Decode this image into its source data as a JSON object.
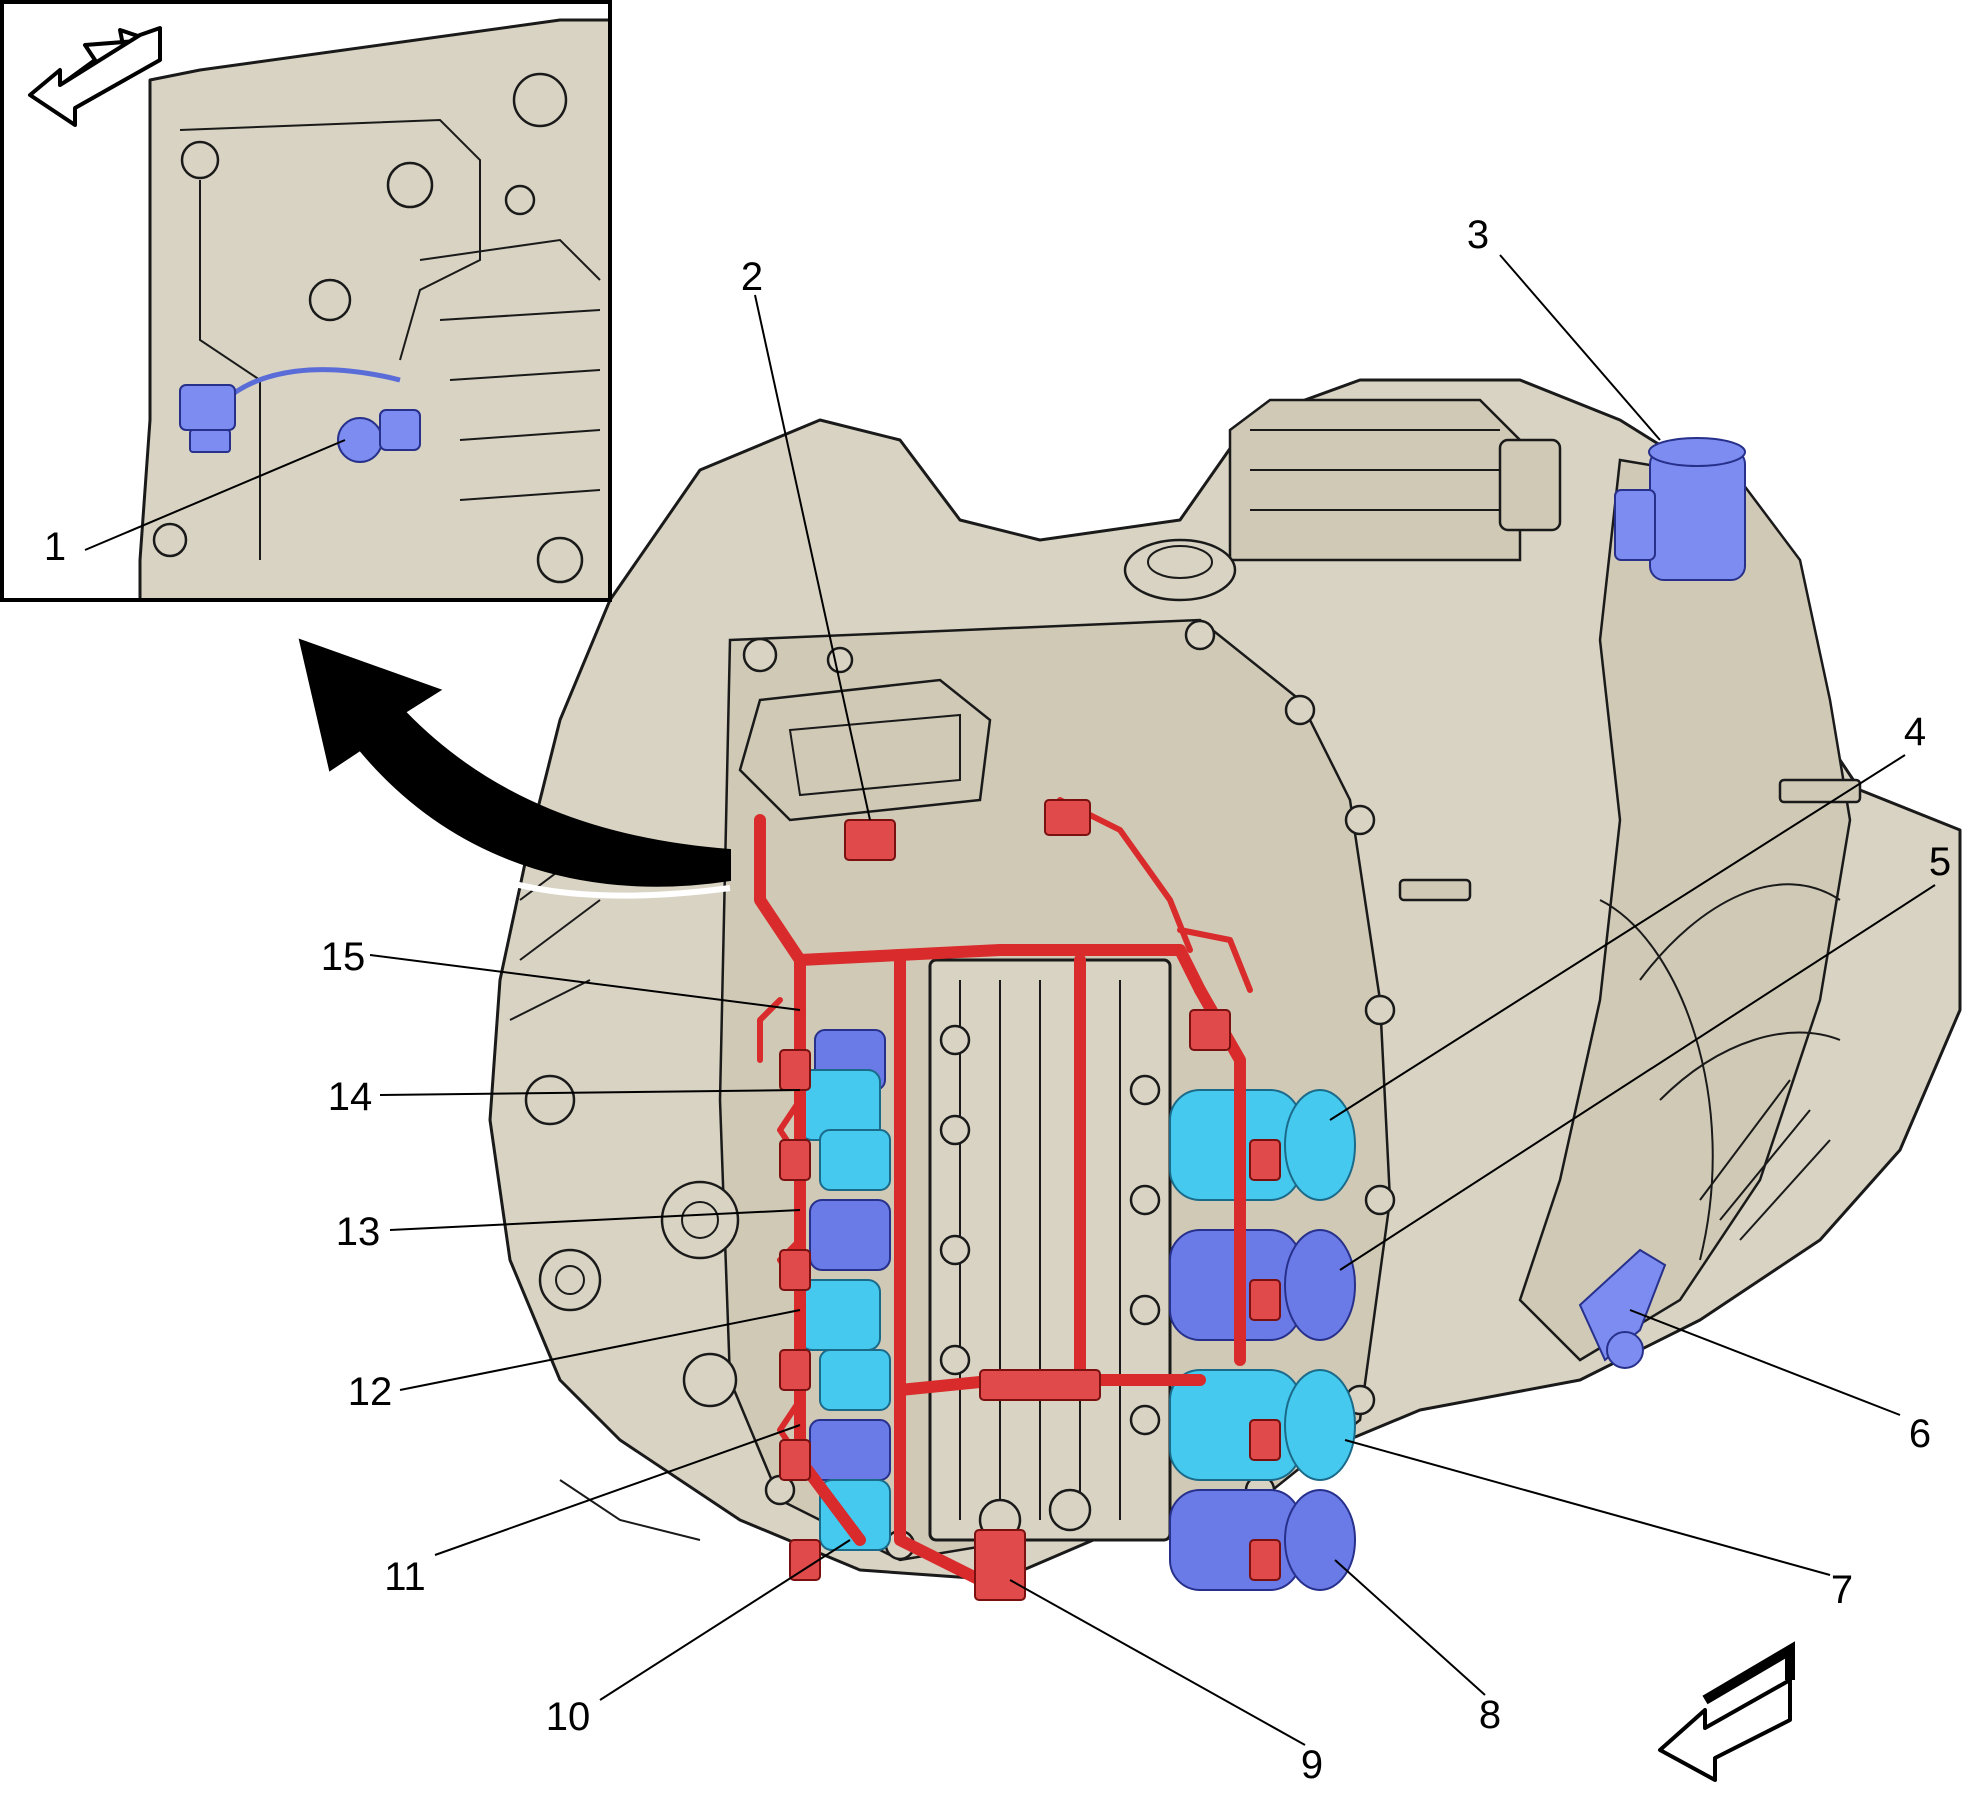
{
  "callouts": [
    {
      "id": "1",
      "label": "1"
    },
    {
      "id": "2",
      "label": "2"
    },
    {
      "id": "3",
      "label": "3"
    },
    {
      "id": "4",
      "label": "4"
    },
    {
      "id": "5",
      "label": "5"
    },
    {
      "id": "6",
      "label": "6"
    },
    {
      "id": "7",
      "label": "7"
    },
    {
      "id": "8",
      "label": "8"
    },
    {
      "id": "9",
      "label": "9"
    },
    {
      "id": "10",
      "label": "10"
    },
    {
      "id": "11",
      "label": "11"
    },
    {
      "id": "12",
      "label": "12"
    },
    {
      "id": "13",
      "label": "13"
    },
    {
      "id": "14",
      "label": "14"
    },
    {
      "id": "15",
      "label": "15"
    }
  ],
  "colors": {
    "housing": "#d8d3c2",
    "harness": "#d92b2b",
    "solenoid_cyan": "#45c9ee",
    "solenoid_blue": "#6a7be8",
    "sensor_blue": "#7c8cf0",
    "outline": "#1a1a1a"
  },
  "icons": {
    "inset_direction_arrow": "forward-arrow-icon",
    "main_direction_arrow": "forward-arrow-icon",
    "inset_pointer_arrow": "curved-arrow-icon"
  }
}
